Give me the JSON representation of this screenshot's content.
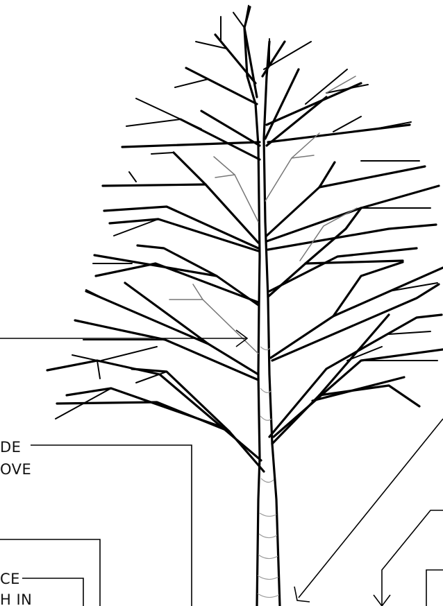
{
  "labels": {
    "left_1_line1": "DE",
    "left_1_line2": "OVE",
    "left_2_line1": "CE",
    "left_2_line2": "H IN"
  },
  "colors": {
    "line": "#000000",
    "detail": "#777777",
    "background": "#ffffff"
  }
}
